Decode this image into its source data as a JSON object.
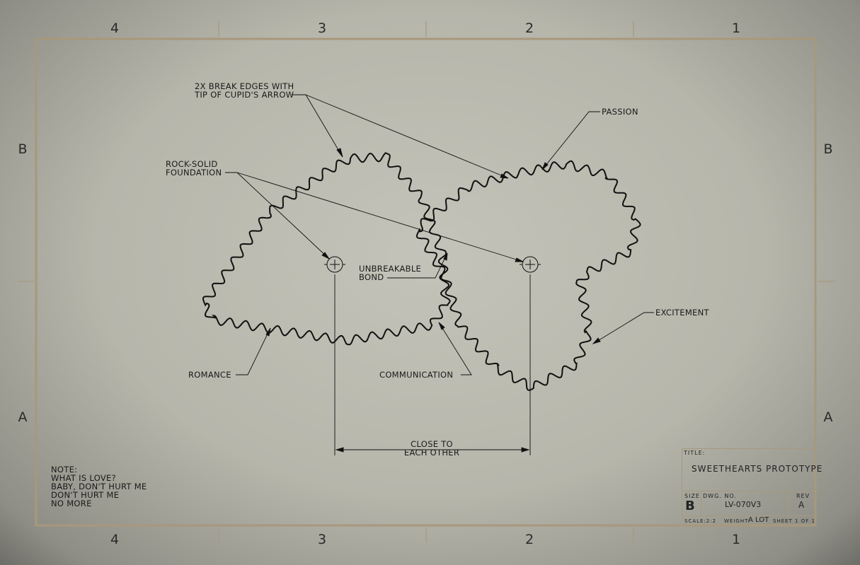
{
  "zones": {
    "top": [
      "4",
      "3",
      "2",
      "1"
    ],
    "bottom": [
      "4",
      "3",
      "2",
      "1"
    ],
    "left": [
      "B",
      "A"
    ],
    "right": [
      "B",
      "A"
    ]
  },
  "callouts": {
    "break_edges": "2X BREAK EDGES WITH\nTIP OF CUPID'S ARROW",
    "passion": "PASSION",
    "rock_solid": "ROCK-SOLID\nFOUNDATION",
    "unbreakable": "UNBREAKABLE\nBOND",
    "excitement": "EXCITEMENT",
    "romance": "ROMANCE",
    "communication": "COMMUNICATION",
    "dimension": "CLOSE TO\nEACH OTHER"
  },
  "note": "NOTE:\nWHAT IS LOVE?\nBABY, DON'T HURT ME\nDON'T HURT ME\nNO MORE",
  "title_block": {
    "title_label": "TITLE:",
    "title": "SWEETHEARTS PROTOTYPE",
    "size_label": "SIZE",
    "size": "B",
    "dwg_label": "DWG. NO.",
    "dwg": "LV-070V3",
    "rev_label": "REV",
    "rev": "A",
    "scale": "SCALE:2:2",
    "weight_label": "WEIGHT:",
    "weight": "A LOT",
    "sheet": "SHEET 1 OF 1"
  },
  "colors": {
    "border": "#a8987c",
    "ink": "#111111"
  }
}
